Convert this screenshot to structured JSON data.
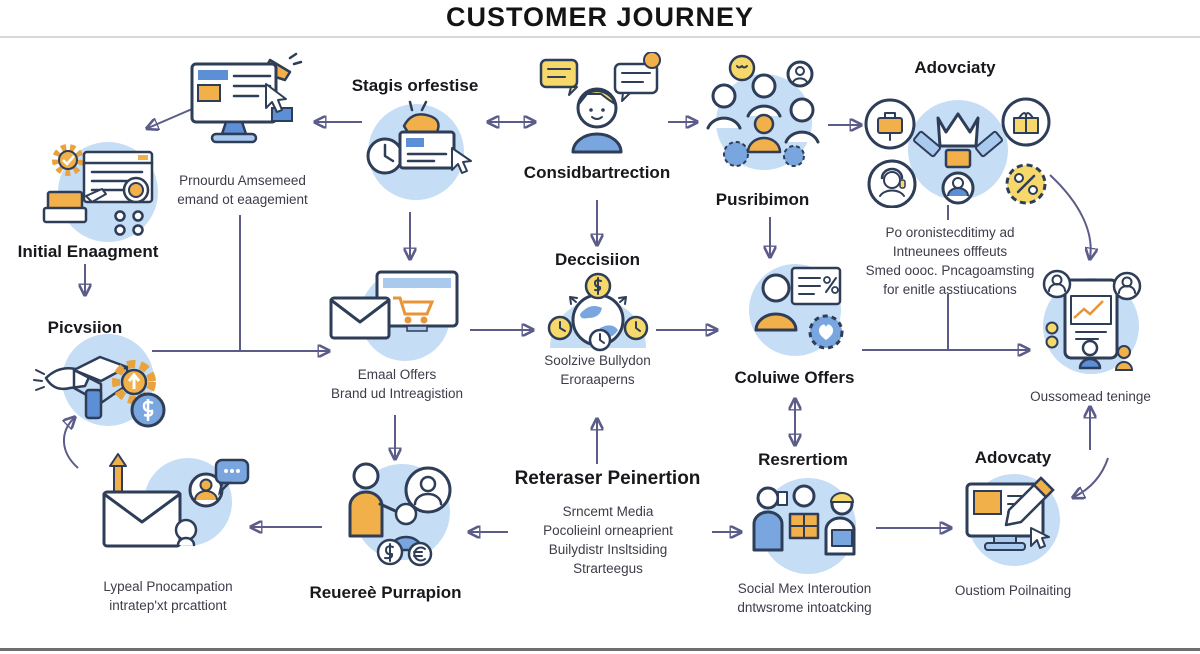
{
  "title": "CUSTOMER JOURNEY",
  "colors": {
    "circle_bg": "#c6ddf6",
    "accent_orange": "#f2b04a",
    "accent_yellow": "#f7d96b",
    "accent_blue": "#5c8fd6",
    "arrow": "#5c5c8a",
    "outline": "#2e3d58"
  },
  "nodes": {
    "initial": {
      "label": "Initial Enaagment"
    },
    "product": {
      "caption1": "Prnourdu Amsemeed",
      "caption2": "emand ot eaagemient"
    },
    "stages": {
      "label": "Stagis orfestise"
    },
    "consideration": {
      "label": "Considbartrection"
    },
    "pusribimon": {
      "label": "Pusribimon"
    },
    "advocacy_top": {
      "label": "Adovciaty",
      "lines": [
        "Po oronistecditimy ad",
        "Intneunees offfeuts",
        "Smed oooc. Pncagoamsting",
        "for enitle asstiucations"
      ]
    },
    "provision": {
      "label": "Picvsiion"
    },
    "email": {
      "caption1": "Emaal Offers",
      "caption2": "Brand ud Intreagistion"
    },
    "decision": {
      "label": "Deccisiion",
      "caption1": "Soolzive Bullydon",
      "caption2": "Eroraaperns"
    },
    "coluive": {
      "label": "Coluiwe Offers"
    },
    "oussomead": {
      "caption": "Oussomead teninge"
    },
    "loyal": {
      "caption1": "Lypeal Pnocampation",
      "caption2": "intratep'xt prcattiont"
    },
    "referral": {
      "label": "Reuereè Purrapion"
    },
    "retention": {
      "label": "Reteraser Peinertion",
      "lines": [
        "Srncemt Media",
        "Pocolieinl orneaprient",
        "Builydistr Insltsiding",
        "Strarteegus"
      ]
    },
    "resrertiom": {
      "label": "Resrertiom",
      "caption1": "Social Mex Interoution",
      "caption2": "dntwsrome intoatcking"
    },
    "advocacy_bottom": {
      "label": "Adovcaty",
      "caption": "Oustiom Poilnaiting"
    }
  }
}
